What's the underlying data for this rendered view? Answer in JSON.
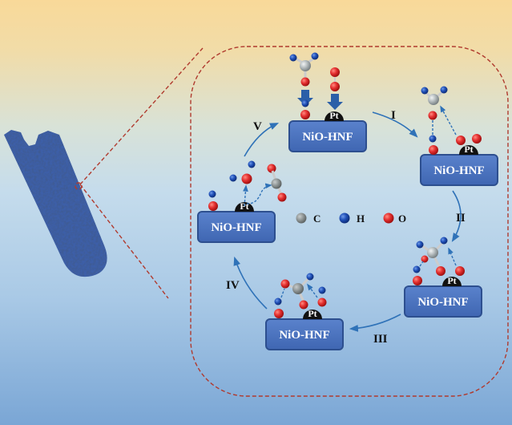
{
  "diagram": {
    "title": "Catalytic oxidation cycle on Pt/NiO-HNF",
    "support_label": "NiO-HNF",
    "catalyst_label": "Pt",
    "steps": [
      "I",
      "II",
      "III",
      "IV",
      "V"
    ],
    "legend": [
      {
        "symbol": "C",
        "label": "C",
        "color": "#a9afb0"
      },
      {
        "symbol": "H",
        "label": "H",
        "color": "#1f4fb0"
      },
      {
        "symbol": "O",
        "label": "O",
        "color": "#e03030"
      }
    ],
    "colors": {
      "box_fill": "#4a72c0",
      "box_stroke": "#2d4f8f",
      "dashed_outline": "#b03a2e",
      "arrow": "#2f72b8",
      "pt_fill": "#111111",
      "nanofiber": "#3d5fa8"
    }
  }
}
